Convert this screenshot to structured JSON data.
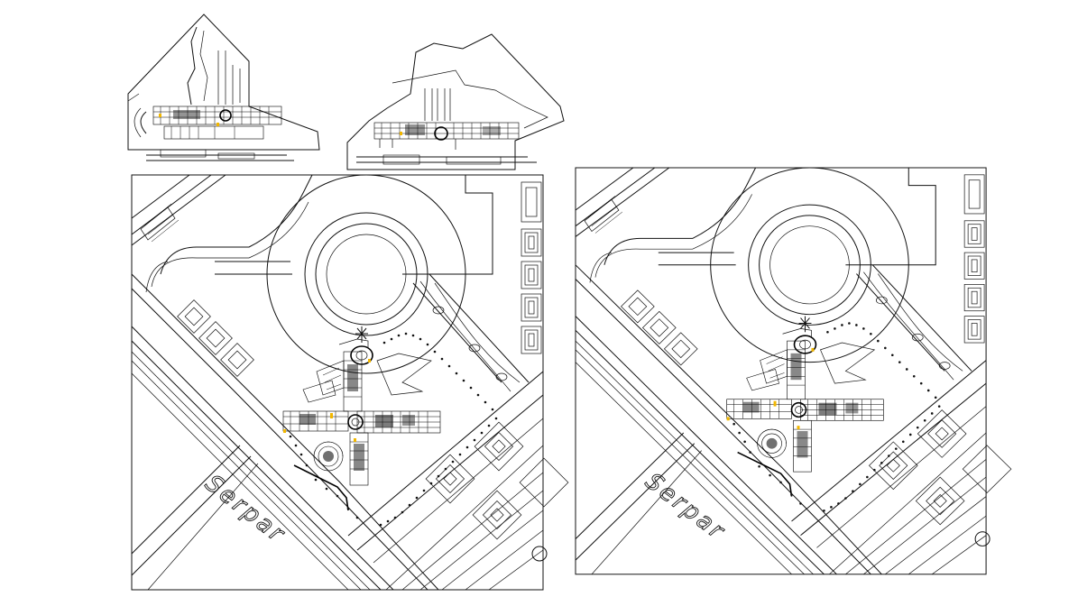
{
  "drawing": {
    "views": [
      {
        "id": "key-plan-left"
      },
      {
        "id": "key-plan-right"
      },
      {
        "id": "site-plan-left",
        "road_label": "Serpar"
      },
      {
        "id": "site-plan-right",
        "road_label": "Serpar"
      }
    ],
    "colors": {
      "line": "#111111",
      "background": "#ffffff",
      "accent": "#f2b700"
    }
  }
}
